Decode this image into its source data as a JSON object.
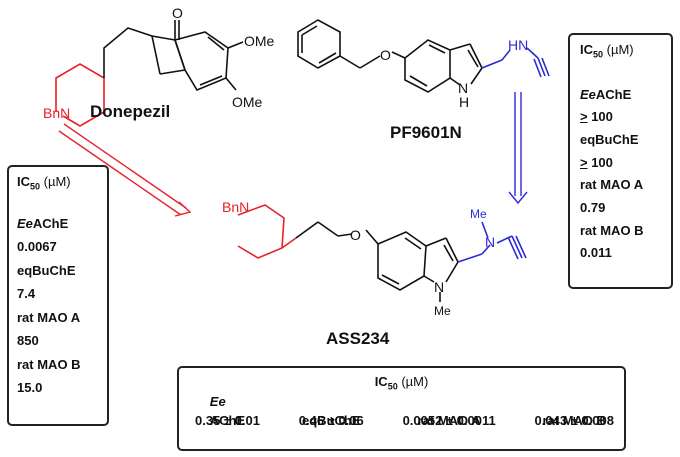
{
  "compounds": {
    "donepezil": {
      "name": "Donepezil",
      "amine": "BnN",
      "carbonyl": "O",
      "methoxy_1": "OMe",
      "methoxy_2": "OMe"
    },
    "pf9601n": {
      "name": "PF9601N",
      "ether_o": "O",
      "indole_nh": "N",
      "indole_h": "H",
      "amine": "HN"
    },
    "ass234": {
      "name": "ASS234",
      "amine": "BnN",
      "ether_o": "O",
      "indole_n": "N",
      "n_methyl": "Me",
      "amine_n": "N",
      "amine_methyl": "Me"
    }
  },
  "ic50_header": {
    "prefix": "IC",
    "sub": "50",
    "unit": "(µM)"
  },
  "donepezil_ic50": {
    "rows": [
      {
        "label_italic": "Ee",
        "label_rest": "AChE",
        "value": "0.0067"
      },
      {
        "label_italic": "",
        "label_rest": "eqBuChE",
        "value": "7.4"
      },
      {
        "label_italic": "",
        "label_rest": "rat MAO A",
        "value": "850"
      },
      {
        "label_italic": "",
        "label_rest": "rat MAO B",
        "value": "15.0"
      }
    ]
  },
  "pf9601n_ic50": {
    "rows": [
      {
        "label_italic": "Ee",
        "label_rest": "AChE",
        "value_sign": ">",
        "value": " 100"
      },
      {
        "label_italic": "",
        "label_rest": "eqBuChE",
        "value_sign": ">",
        "value": " 100"
      },
      {
        "label_italic": "",
        "label_rest": "rat MAO A",
        "value_sign": "",
        "value": "0.79"
      },
      {
        "label_italic": "",
        "label_rest": "rat MAO B",
        "value_sign": "",
        "value": "0.011"
      }
    ]
  },
  "ass234_ic50": {
    "columns": [
      {
        "label_italic": "Ee",
        "label_rest": "AChE",
        "value": "0.35 ± 0.01"
      },
      {
        "label_italic": "",
        "label_rest": "eqBuChE",
        "value": "0.46 ± 0.06"
      },
      {
        "label_italic": "",
        "label_rest": "rat MAO A",
        "value": "0.0052 ± 0.0011"
      },
      {
        "label_italic": "",
        "label_rest": "rat MAO B",
        "value": "0.043 ± 0.008"
      }
    ]
  },
  "colors": {
    "donepezil_fragment": "#e8202a",
    "pf9601n_fragment": "#2b2bd6",
    "bond": "#111111",
    "box_border": "#222222"
  }
}
